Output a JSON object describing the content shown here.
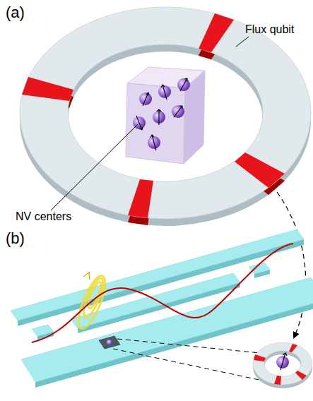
{
  "diagram": {
    "labels": [
      "(a)",
      "Flux qubit",
      "NV centers",
      "(b)"
    ]
  }
}
